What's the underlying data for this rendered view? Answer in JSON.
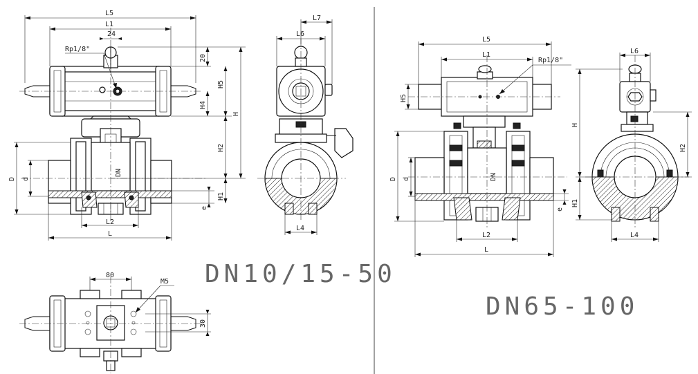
{
  "labels": {
    "L5": "L5",
    "L1": "L1",
    "L2": "L2",
    "L": "L",
    "L4": "L4",
    "L6": "L6",
    "L7": "L7",
    "H": "H",
    "H1": "H1",
    "H2": "H2",
    "H4": "H4",
    "H5": "H5",
    "D": "D",
    "d": "d",
    "DN": "DN",
    "e": "e",
    "n24": "24",
    "n20": "20",
    "n80": "80",
    "n30": "30",
    "rp": "Rp1/8\"",
    "m5": "M5"
  },
  "titles": {
    "left": "DN10/15-50",
    "right": "DN65-100"
  }
}
